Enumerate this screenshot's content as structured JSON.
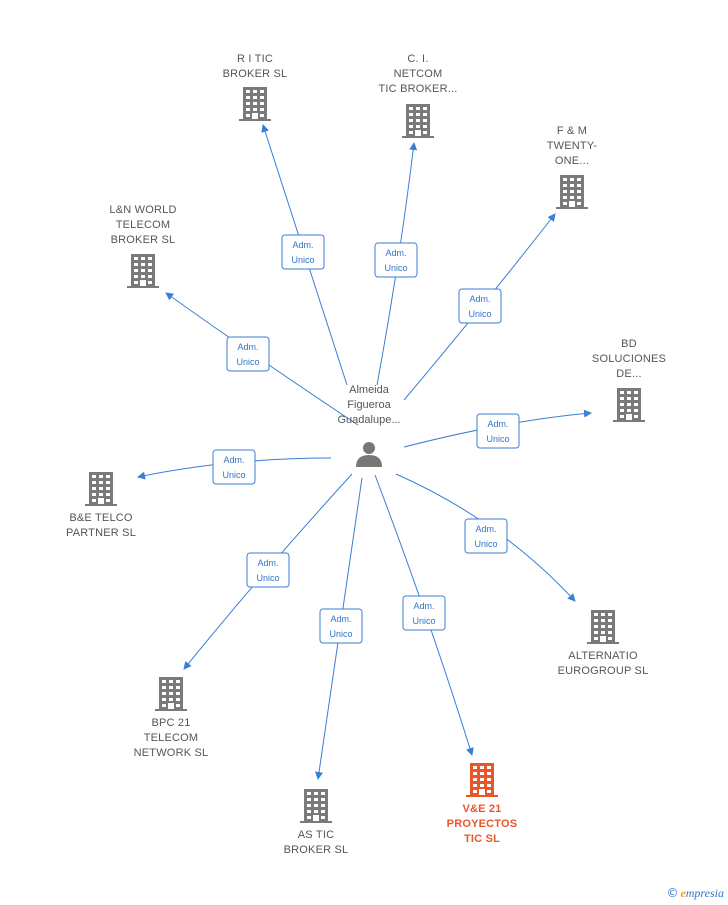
{
  "center": {
    "lines": [
      "Almeida",
      "Figueroa",
      "Guadalupe..."
    ],
    "icon": "person-icon"
  },
  "nodes": [
    {
      "id": "ritic",
      "lines": [
        "R I TIC",
        "BROKER  SL"
      ],
      "icon": "building-icon",
      "highlight": false,
      "edge_label": [
        "Adm.",
        "Unico"
      ]
    },
    {
      "id": "cinetcom",
      "lines": [
        "C.  I.",
        "NETCOM",
        "TIC BROKER..."
      ],
      "icon": "building-icon",
      "highlight": false,
      "edge_label": [
        "Adm.",
        "Unico"
      ]
    },
    {
      "id": "fm",
      "lines": [
        "F & M",
        "TWENTY-",
        "ONE..."
      ],
      "icon": "building-icon",
      "highlight": false,
      "edge_label": [
        "Adm.",
        "Unico"
      ]
    },
    {
      "id": "lnworld",
      "lines": [
        "L&N WORLD",
        "TELECOM",
        "BROKER  SL"
      ],
      "icon": "building-icon",
      "highlight": false,
      "edge_label": [
        "Adm.",
        "Unico"
      ]
    },
    {
      "id": "bd",
      "lines": [
        "BD",
        "SOLUCIONES",
        "DE..."
      ],
      "icon": "building-icon",
      "highlight": false,
      "edge_label": [
        "Adm.",
        "Unico"
      ]
    },
    {
      "id": "betelco",
      "lines": [
        "B&E TELCO",
        "PARTNER  SL"
      ],
      "icon": "building-icon",
      "highlight": false,
      "edge_label": [
        "Adm.",
        "Unico"
      ]
    },
    {
      "id": "alternatio",
      "lines": [
        "ALTERNATIO",
        "EUROGROUP SL"
      ],
      "icon": "building-icon",
      "highlight": false,
      "edge_label": [
        "Adm.",
        "Unico"
      ]
    },
    {
      "id": "bpc21",
      "lines": [
        "BPC 21",
        "TELECOM",
        "NETWORK  SL"
      ],
      "icon": "building-icon",
      "highlight": false,
      "edge_label": [
        "Adm.",
        "Unico"
      ]
    },
    {
      "id": "astic",
      "lines": [
        "AS TIC",
        "BROKER  SL"
      ],
      "icon": "building-icon",
      "highlight": false,
      "edge_label": [
        "Adm.",
        "Unico"
      ]
    },
    {
      "id": "ve21",
      "lines": [
        "V&E 21",
        "PROYECTOS",
        "TIC  SL"
      ],
      "icon": "building-icon",
      "highlight": true,
      "edge_label": [
        "Adm.",
        "Unico"
      ]
    }
  ],
  "colors": {
    "edge": "#3a7fd5",
    "building": "#7a7a7a",
    "building_highlight": "#e8562a",
    "person": "#777777",
    "label": "#555555"
  },
  "footer": {
    "copyright": "©",
    "brand_initial": "e",
    "brand_rest": "mpresia"
  }
}
